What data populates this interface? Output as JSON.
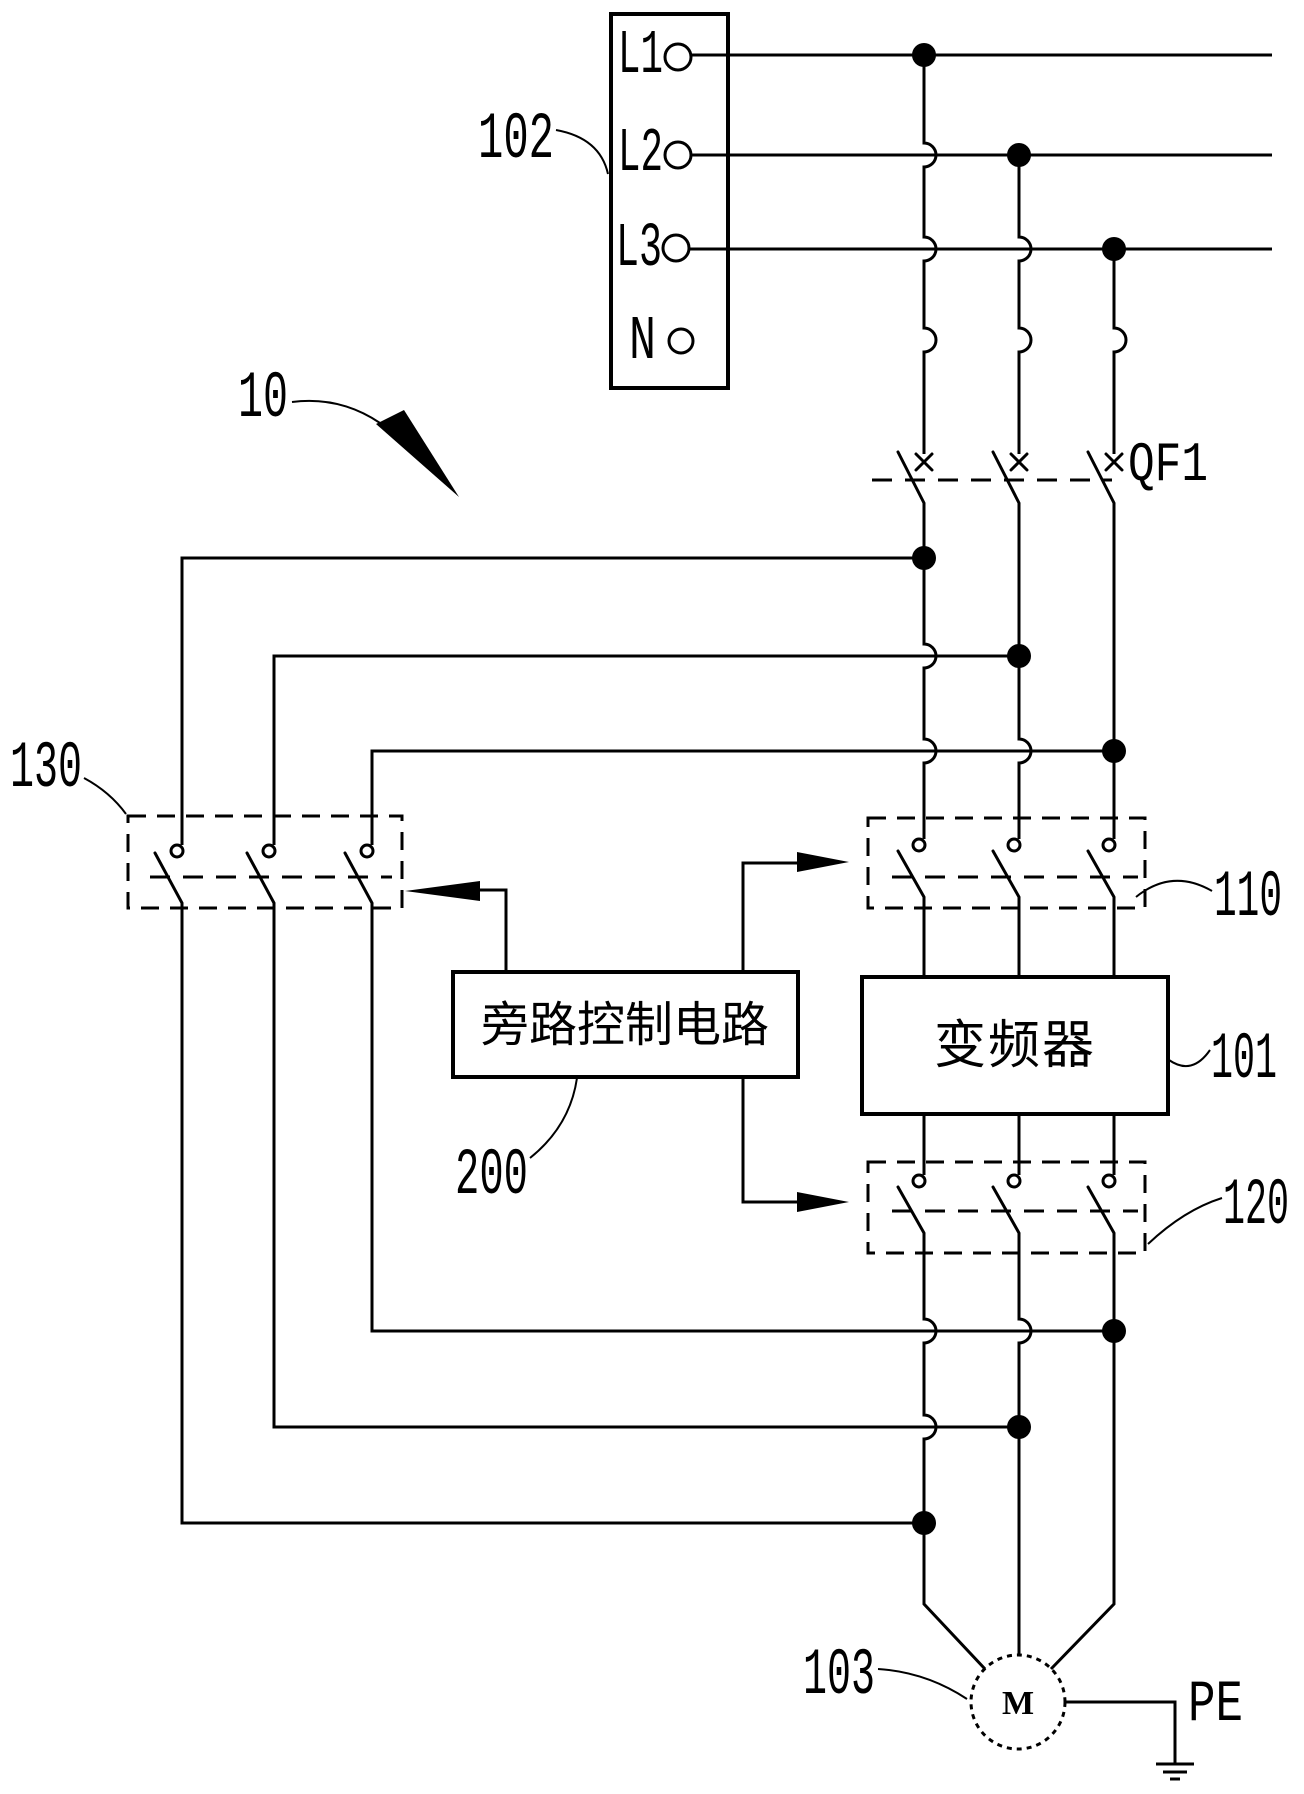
{
  "figure": {
    "background": "#ffffff",
    "line_color": "#000000",
    "reference_labels": {
      "system": "10",
      "power_supply": "102",
      "breaker": "QF1",
      "bypass_contactor": "130",
      "input_contactor": "110",
      "output_contactor": "120",
      "inverter": "101",
      "bypass_control": "200",
      "motor": "103",
      "ground": "PE"
    },
    "power_terminals": [
      "L1",
      "L2",
      "L3",
      "N"
    ],
    "blocks": {
      "bypass_control_text": "旁路控制电路",
      "inverter_text": "变频器",
      "motor_text": "M"
    }
  }
}
